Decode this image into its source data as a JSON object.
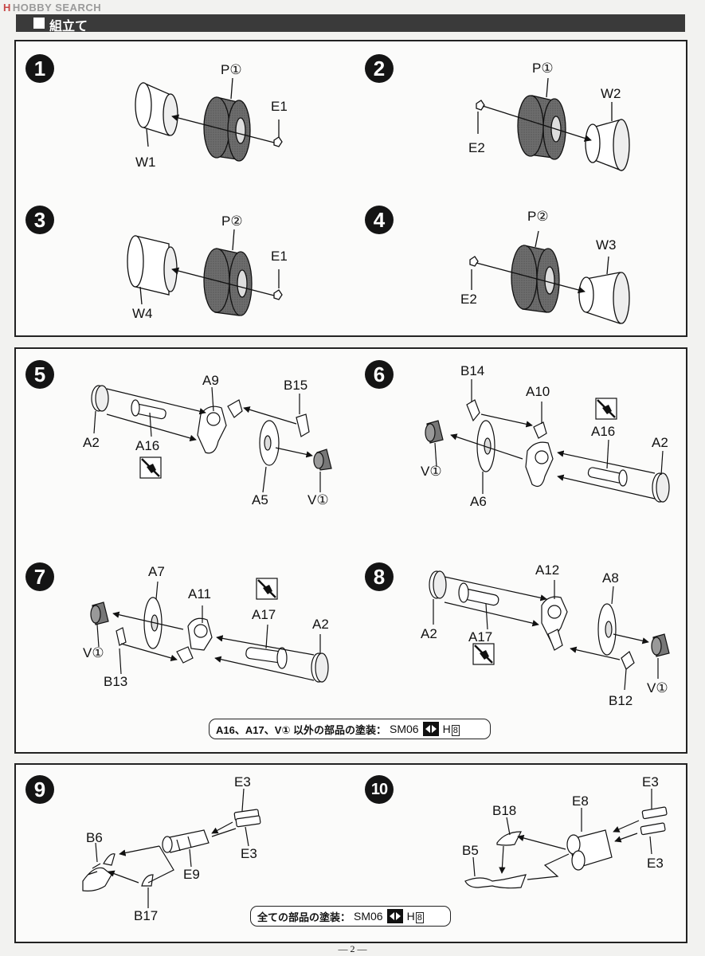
{
  "watermark": {
    "logo": "H",
    "text": "HOBBY SEARCH"
  },
  "section": {
    "title": "組立て"
  },
  "steps": [
    "1",
    "2",
    "3",
    "4",
    "5",
    "6",
    "7",
    "8",
    "9",
    "10"
  ],
  "parts": {
    "s1": {
      "top": "P①",
      "right": "E1",
      "left": "W1"
    },
    "s2": {
      "top": "P①",
      "right": "W2",
      "left": "E2"
    },
    "s3": {
      "top": "P②",
      "right": "E1",
      "left": "W4"
    },
    "s4": {
      "top": "P②",
      "right": "W3",
      "left": "E2"
    },
    "s5": {
      "a2": "A2",
      "a16": "A16",
      "a9": "A9",
      "b15": "B15",
      "a5": "A5",
      "v": "V①"
    },
    "s6": {
      "b14": "B14",
      "a10": "A10",
      "a16": "A16",
      "a2": "A2",
      "v": "V①",
      "a6": "A6"
    },
    "s7": {
      "a7": "A7",
      "a11": "A11",
      "a17": "A17",
      "a2": "A2",
      "v": "V①",
      "b13": "B13"
    },
    "s8": {
      "a12": "A12",
      "a8": "A8",
      "a2": "A2",
      "a17": "A17",
      "v": "V①",
      "b12": "B12"
    },
    "s9": {
      "e3a": "E3",
      "e3b": "E3",
      "b6": "B6",
      "e9": "E9",
      "b17": "B17"
    },
    "s10": {
      "e3a": "E3",
      "e8": "E8",
      "b18": "B18",
      "b5": "B5",
      "e3b": "E3"
    }
  },
  "paint_notes": {
    "note1": {
      "text": "A16、A17、V① 以外の部品の塗装：",
      "code": "SM06",
      "hole": "H",
      "num": "8"
    },
    "note2": {
      "text": "全ての部品の塗装：",
      "code": "SM06",
      "hole": "H",
      "num": "8"
    }
  },
  "page_number": "— 2 —",
  "icons": {
    "step": "black-circle-number",
    "glue": "no-glue-icon",
    "paint": "paint-spray-icon"
  }
}
